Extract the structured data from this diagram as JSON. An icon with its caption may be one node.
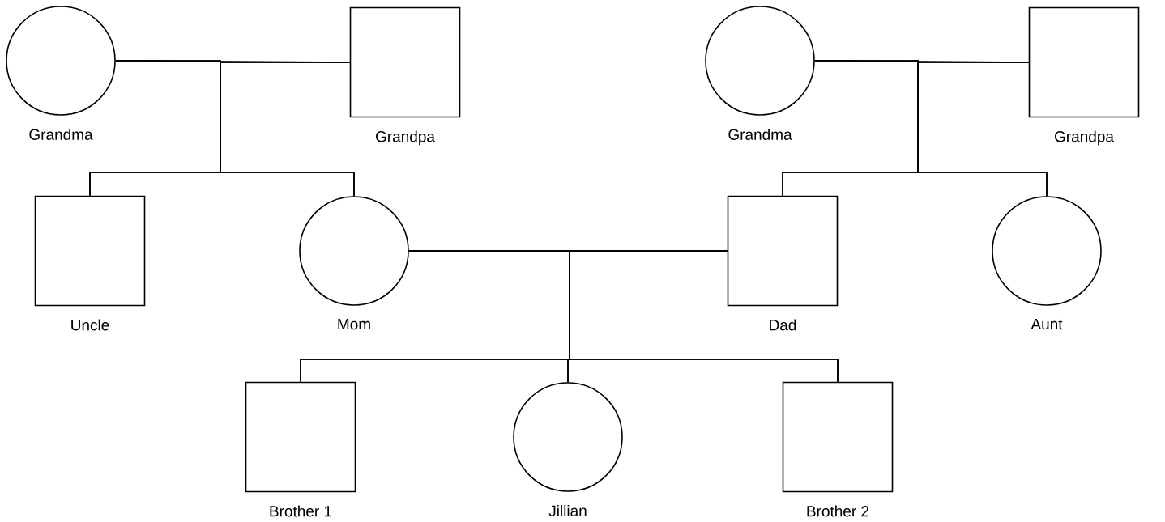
{
  "diagram": {
    "nodes": [
      {
        "text": [
          "Grandma"
        ]
      },
      {
        "text": [
          "Grandpa"
        ]
      },
      {
        "text": [
          "Grandma"
        ]
      },
      {
        "text": [
          "Grandpa"
        ]
      },
      {
        "text": [
          "Uncle"
        ]
      },
      {
        "text": [
          "Mom"
        ]
      },
      {
        "text": [
          "Dad"
        ]
      },
      {
        "text": [
          "Aunt"
        ]
      },
      {
        "text": [
          "Brother 1"
        ]
      },
      {
        "text": [
          "Jillian"
        ]
      },
      {
        "text": [
          "Brother 2"
        ]
      }
    ],
    "edges": [
      {
        "from": 0,
        "to": 1,
        "arrow": "none"
      },
      {
        "from": 2,
        "to": 3,
        "arrow": "none"
      },
      {
        "from": 0,
        "to": 4,
        "arrow": "none"
      },
      {
        "from": 1,
        "to": 4,
        "arrow": "none"
      },
      {
        "from": 0,
        "to": 5,
        "arrow": "none"
      },
      {
        "from": 1,
        "to": 5,
        "arrow": "none"
      },
      {
        "from": 2,
        "to": 6,
        "arrow": "none"
      },
      {
        "from": 3,
        "to": 6,
        "arrow": "none"
      },
      {
        "from": 2,
        "to": 7,
        "arrow": "none"
      },
      {
        "from": 3,
        "to": 7,
        "arrow": "none"
      },
      {
        "from": 5,
        "to": 6,
        "arrow": "none"
      },
      {
        "from": 5,
        "to": 8,
        "arrow": "none"
      },
      {
        "from": 6,
        "to": 8,
        "arrow": "none"
      },
      {
        "from": 5,
        "to": 9,
        "arrow": "none"
      },
      {
        "from": 6,
        "to": 9,
        "arrow": "none"
      },
      {
        "from": 5,
        "to": 10,
        "arrow": "none"
      },
      {
        "from": 6,
        "to": 10,
        "arrow": "none"
      }
    ]
  }
}
